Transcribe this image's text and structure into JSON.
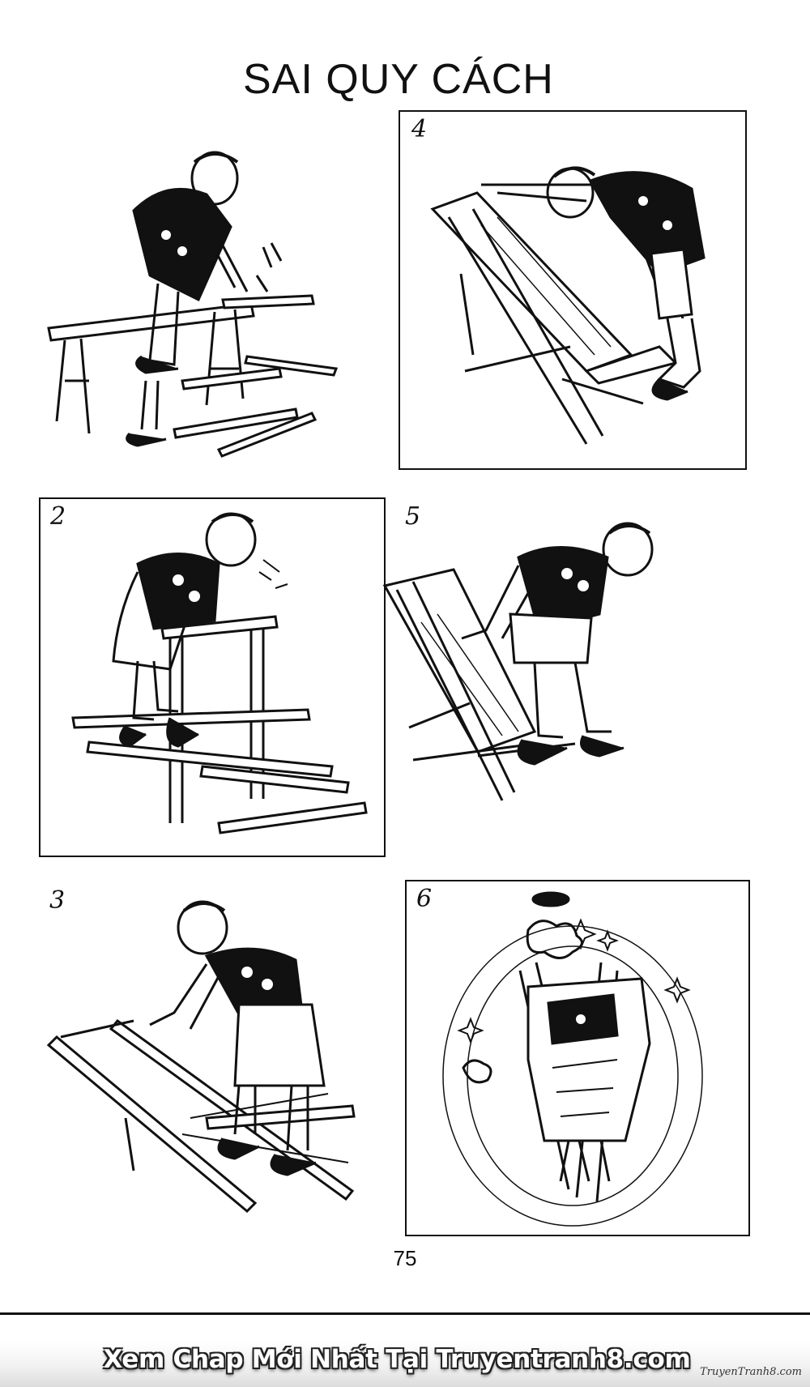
{
  "page": {
    "title": "SAI QUY CÁCH",
    "page_number": "75",
    "panels": [
      {
        "number": ""
      },
      {
        "number": "2"
      },
      {
        "number": "3"
      },
      {
        "number": "4"
      },
      {
        "number": "5"
      },
      {
        "number": "6"
      }
    ]
  },
  "footer": {
    "banner_text": "Xem Chap Mới Nhất Tại Truyentranh8.com",
    "watermark": "TruyenTranh8.com"
  }
}
